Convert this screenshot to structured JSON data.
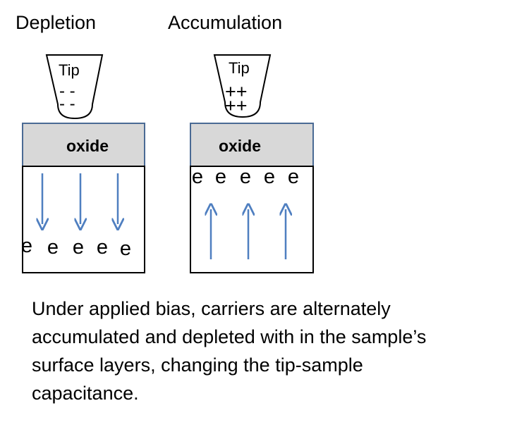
{
  "panels": {
    "depletion": {
      "title": "Depletion",
      "tip_label": "Tip",
      "tip_charges": [
        "- -",
        "- -"
      ],
      "oxide_label": "oxide",
      "carriers": [
        "e",
        "e",
        "e",
        "e",
        "e"
      ],
      "field_direction": "down"
    },
    "accumulation": {
      "title": "Accumulation",
      "tip_label": "Tip",
      "tip_charges": [
        "++",
        "++"
      ],
      "oxide_label": "oxide",
      "carriers": [
        "e",
        "e",
        "e",
        "e",
        "e"
      ],
      "field_direction": "up"
    }
  },
  "caption": {
    "lines": [
      "Under applied  bias, carriers are alternately",
      "accumulated and depleted with in the sample’s",
      "surface layers, changing the tip-sample",
      "capacitance."
    ]
  },
  "colors": {
    "oxide_fill": "#d8d8d8",
    "oxide_border": "#4a6a94",
    "arrow": "#4f7fc0",
    "outline": "#000000"
  }
}
